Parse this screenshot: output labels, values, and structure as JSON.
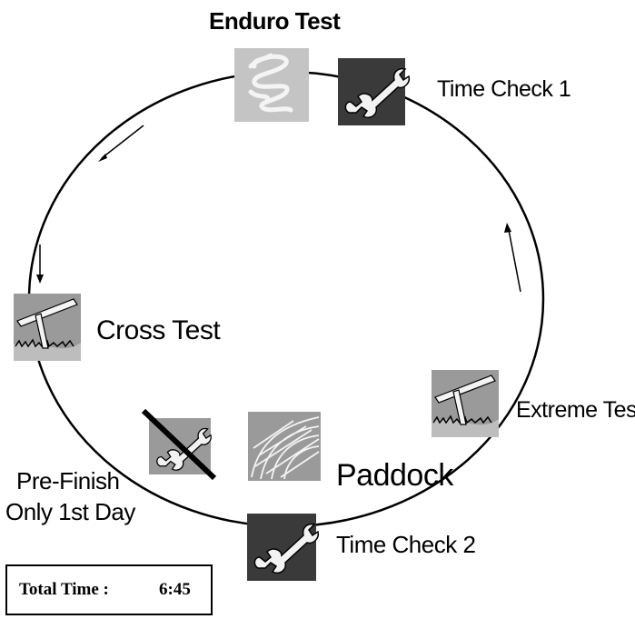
{
  "stations": {
    "enduro_test": "Enduro Test",
    "time_check_1": "Time Check 1",
    "cross_test": "Cross Test",
    "extreme_test": "Extreme Test",
    "paddock": "Paddock",
    "time_check_2": "Time Check 2",
    "pre_finish_line1": "Pre-Finish",
    "pre_finish_line2": "Only 1st Day"
  },
  "total_time": {
    "label": "Total Time :",
    "value": "6:45"
  },
  "icons": {
    "enduro": "enduro-squiggle-icon",
    "time_check": "wrench-icon",
    "test": "signpost-icon",
    "paddock": "net-icon",
    "pre_finish": "crossed-wrench-icon"
  },
  "colors": {
    "line": "#000000",
    "icon_bg_dark": "#3a3a3a",
    "icon_bg_mid": "#9a9a9a",
    "icon_bg_light": "#c4c4c4"
  }
}
